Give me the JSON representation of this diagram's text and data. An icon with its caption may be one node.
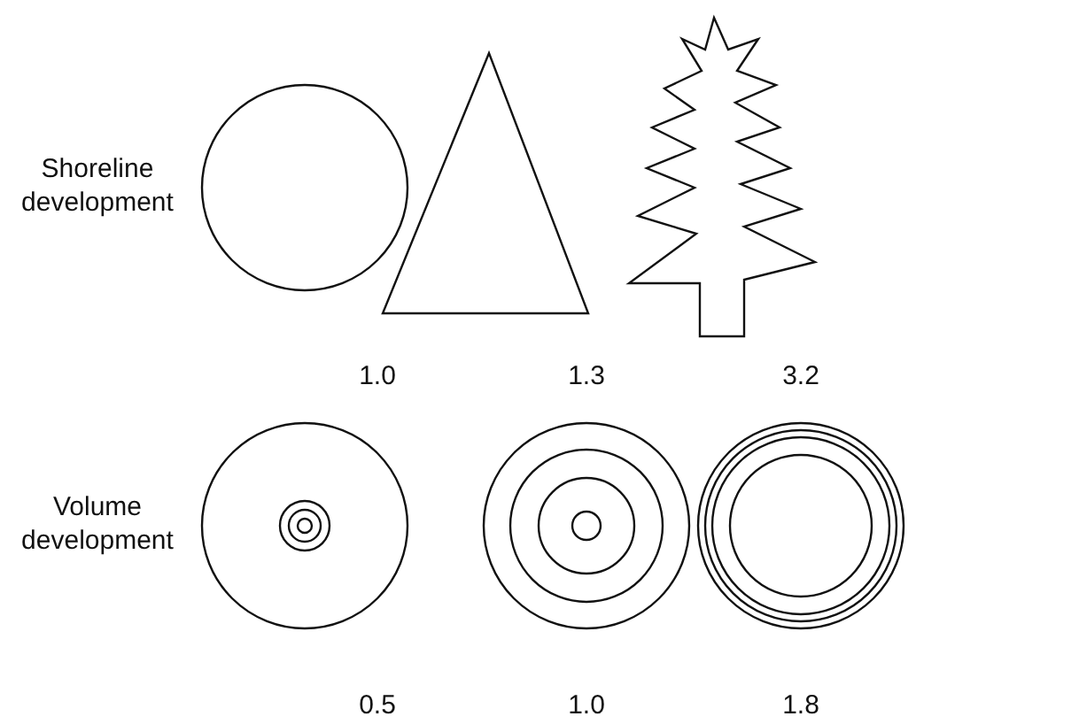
{
  "diagram": {
    "labels": [
      "Shoreline development",
      "1.0",
      "1.3",
      "3.2",
      "Volume development",
      "0.5",
      "1.0",
      "1.8"
    ]
  }
}
